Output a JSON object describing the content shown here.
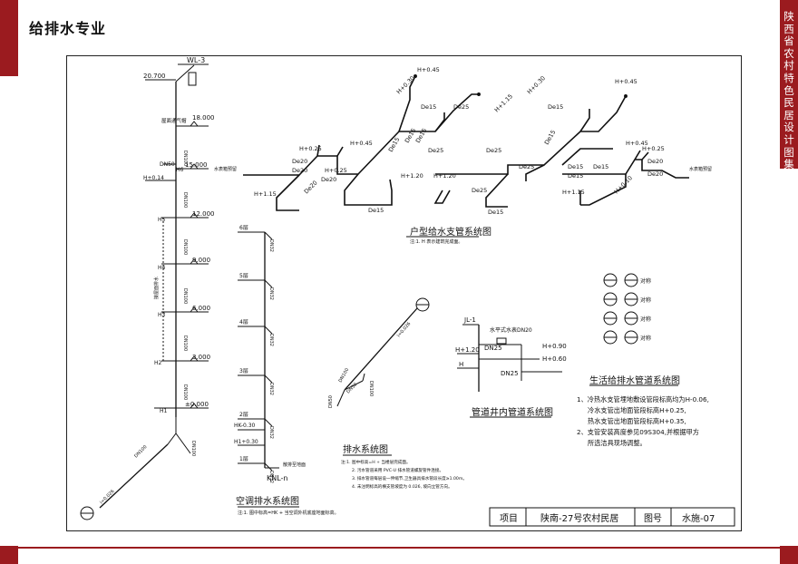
{
  "header": {
    "title": "给排水专业"
  },
  "side_title": "陕西省农村特色民居设计图集",
  "riser": {
    "tag": "WL-3",
    "top_elev": "20.700",
    "roof_label": "屋面通气帽",
    "levels": [
      "18.000",
      "15.000",
      "12.000",
      "9.000",
      "6.000",
      "3.000",
      "±0.000"
    ],
    "floor_tags": [
      "H6",
      "H5",
      "H4",
      "H3",
      "H2",
      "H1"
    ],
    "pipe_labels": [
      "DN100",
      "DN100",
      "DN100",
      "DN100",
      "DN100",
      "DN100"
    ],
    "h014": "H+0.14",
    "dn50": "DN50",
    "slope": "i=0.026",
    "outlet_labels": [
      "DN100",
      "DN100"
    ],
    "side_note": "接屋面排水"
  },
  "hvac": {
    "title": "空调排水系统图",
    "floors": [
      "6层",
      "5层",
      "4层",
      "3层",
      "2层",
      "1层"
    ],
    "pipe_labels": [
      "DN32",
      "DN32",
      "DN32",
      "DN32",
      "DN32",
      "DN32"
    ],
    "h_label": "HK-0.30",
    "h1_label": "H1+0.30",
    "outlet_note": "散排至地面",
    "tag": "KNL-n",
    "note": "注:1. 图中标高=HK + 当空调外机底座地面标高。"
  },
  "drain": {
    "title": "排水系统图",
    "labels": [
      "DN100",
      "DN100",
      "DN50",
      "DN50",
      "i=0.026"
    ],
    "notes": [
      "注:1. 图中标高=H + 当楼层完成面。",
      "2. 污水管道采用 PVC-U 排水管道螺旋管件连接。",
      "3. 排水管道每层设一伸缩节,卫生器具排水管段长度≥1.00m。",
      "4. 未注明标高的横支管坡度为 0.026, 坡向立管方向。"
    ]
  },
  "branch": {
    "title": "户型给水支管系统图",
    "note": "注:1. H 表示建筑完成面。",
    "h_labels": [
      "H+0.45",
      "H+0.30",
      "H+0.25",
      "H+0.45",
      "H+0.45",
      "H+0.30",
      "H+0.45",
      "H+0.25",
      "H+1.20",
      "H+1.20",
      "H+1.15",
      "H+1.15",
      "H+1.15",
      "H+0.25",
      "H+0.10"
    ],
    "de_labels": [
      "De15",
      "De25",
      "De15",
      "De15",
      "De25",
      "De15",
      "De15",
      "De25",
      "De25",
      "De15",
      "De20",
      "De20",
      "De20",
      "De20",
      "De15",
      "De25",
      "De15",
      "De15",
      "De15",
      "De15",
      "De20",
      "De20"
    ],
    "left_note": "水表箱预留",
    "right_note": "水表箱预留"
  },
  "well": {
    "title": "管道井内管道系统图",
    "tag": "JL-1",
    "meter": "水平式水表DN20",
    "dn25a": "DN25",
    "dn25b": "DN25",
    "h_a": "H+0.90",
    "h_b": "H+0.60",
    "h_c": "H+1.20",
    "h": "H"
  },
  "legend": {
    "items": [
      "对称",
      "对称",
      "对称",
      "对称"
    ]
  },
  "supply_notes": {
    "title": "生活给排水管道系统图",
    "lines": [
      "1、冷热水支管埋地敷设管段标高均为H-0.06,",
      "冷水支管出地面管段标高H+0.25,",
      "热水支管出地面管段标高H+0.35,",
      "2、支管安装高度参见09S304,并根据甲方",
      "所选洁具现场调整。"
    ]
  },
  "title_block": {
    "project_label": "项目",
    "project_value": "陕南-27号农村民居",
    "drawing_label": "图号",
    "drawing_value": "水施-07"
  }
}
